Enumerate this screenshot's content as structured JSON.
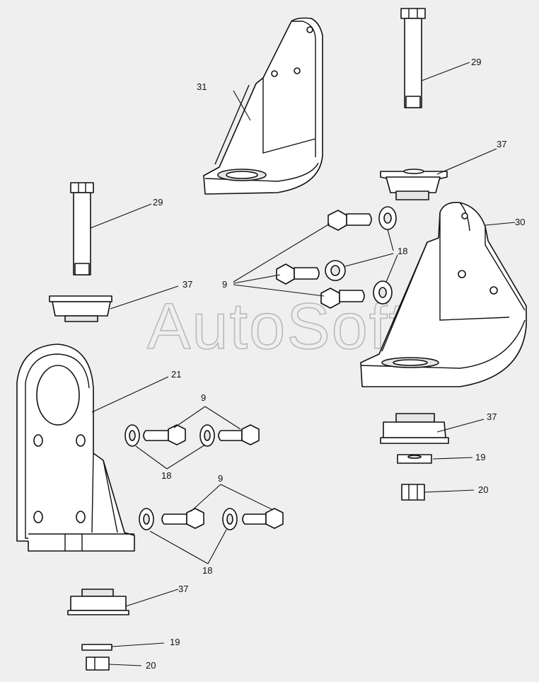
{
  "watermark": "AutoSoft",
  "callouts": {
    "c9a": "9",
    "c9b": "9",
    "c9c": "9",
    "c18a": "18",
    "c18b": "18",
    "c18c": "18",
    "c19a": "19",
    "c19b": "19",
    "c20a": "20",
    "c20b": "20",
    "c21": "21",
    "c29a": "29",
    "c29b": "29",
    "c30": "30",
    "c31": "31",
    "c37a": "37",
    "c37b": "37",
    "c37c": "37",
    "c37d": "37"
  },
  "colors": {
    "background": "#efefef",
    "line": "#111111",
    "watermark": "#b9b9b9"
  }
}
